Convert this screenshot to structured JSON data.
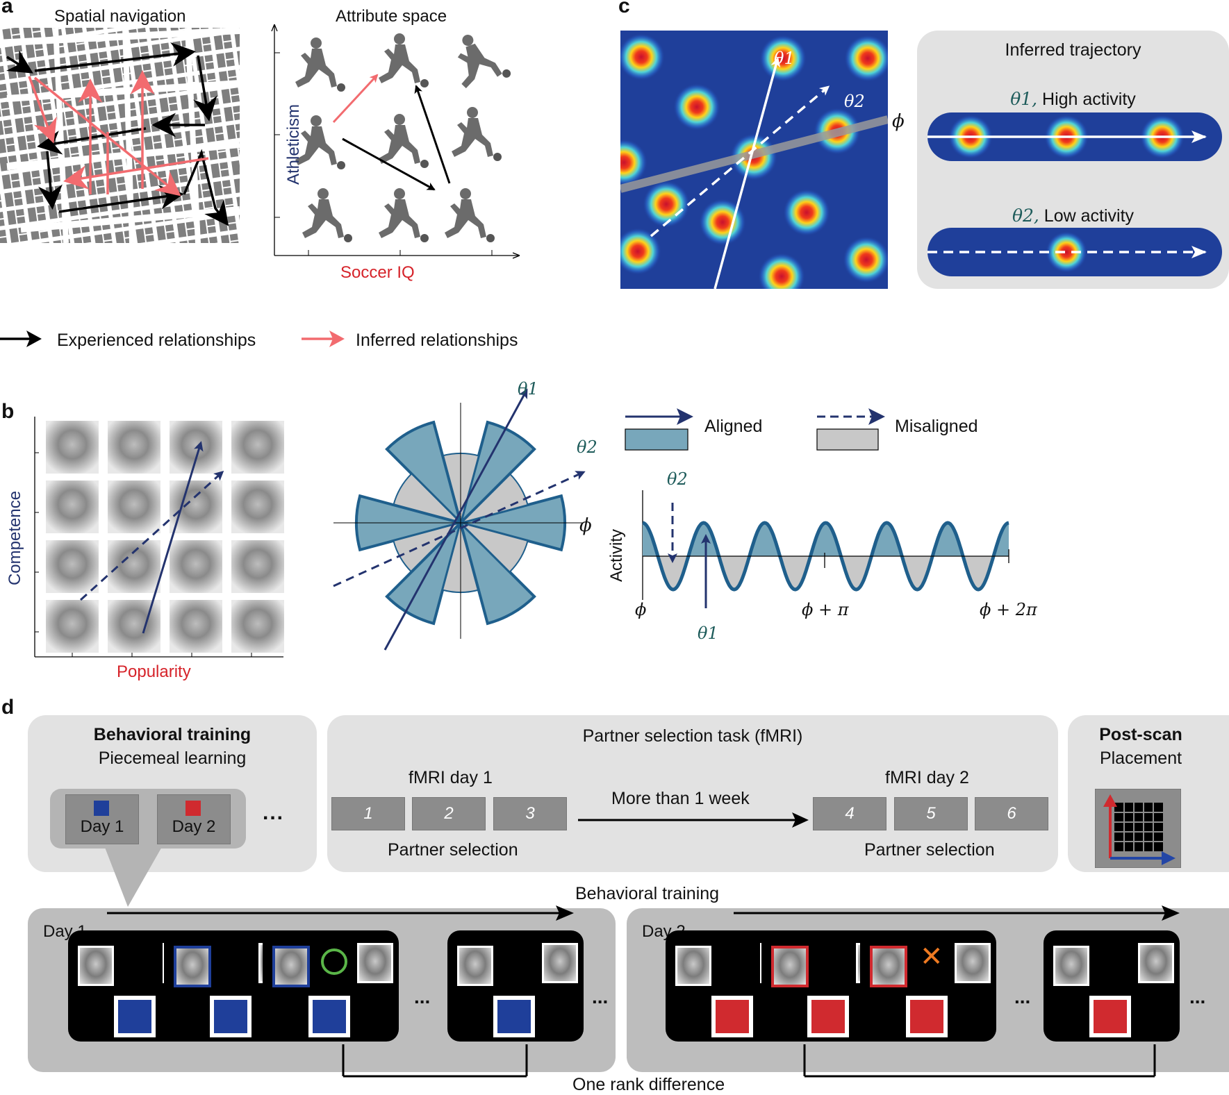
{
  "panel_a": {
    "letter": "a",
    "spatial_title": "Spatial navigation",
    "attribute_title": "Attribute space",
    "x_label": "Soccer IQ",
    "y_label": "Athleticism",
    "legend_experienced": "Experienced relationships",
    "legend_inferred": "Inferred relationships"
  },
  "panel_b": {
    "letter": "b",
    "x_label": "Popularity",
    "y_label": "Competence",
    "theta1": "θ1",
    "theta2": "θ2",
    "phi": "ϕ",
    "legend_aligned": "Aligned",
    "legend_misaligned": "Misaligned",
    "activity_label": "Activity",
    "tick_phi": "ϕ",
    "tick_phi_pi": "ϕ + π",
    "tick_phi_2pi": "ϕ + 2π"
  },
  "panel_c": {
    "letter": "c",
    "theta1": "θ1",
    "theta2": "θ2",
    "phi": "ϕ",
    "box_title": "Inferred trajectory",
    "high_theta": "θ1,",
    "high_text": " High activity",
    "low_theta": "θ2,",
    "low_text": " Low activity"
  },
  "panel_d": {
    "letter": "d",
    "training_title": "Behavioral training",
    "training_sub": "Piecemeal learning",
    "day1_chip": "Day 1",
    "day2_chip": "Day 2",
    "chips_more": "...",
    "task_title": "Partner selection task (fMRI)",
    "fmri_day1": "fMRI day 1",
    "fmri_day2": "fMRI day 2",
    "interval": "More than 1 week",
    "runs": [
      "1",
      "2",
      "3",
      "4",
      "5",
      "6"
    ],
    "partner_selection": "Partner selection",
    "postscan_title": "Post-scan",
    "postscan_sub": "Placement",
    "timeline_label": "Behavioral training",
    "strip_day1": "Day 1",
    "strip_day2": "Day 2",
    "ellipsis": "...",
    "rank_label": "One rank difference",
    "colors": {
      "day1": "#1f3f9a",
      "day2": "#d02a2f",
      "correct": "#5ab548",
      "wrong": "#ee7a22"
    }
  },
  "colors": {
    "inferred": "#f26b6f",
    "navy": "#23336e",
    "teal": "#1d5b5a",
    "blue_fill": "#78a7bb",
    "grey_fill": "#c8c8c8",
    "box_grey": "#e2e2e2"
  }
}
